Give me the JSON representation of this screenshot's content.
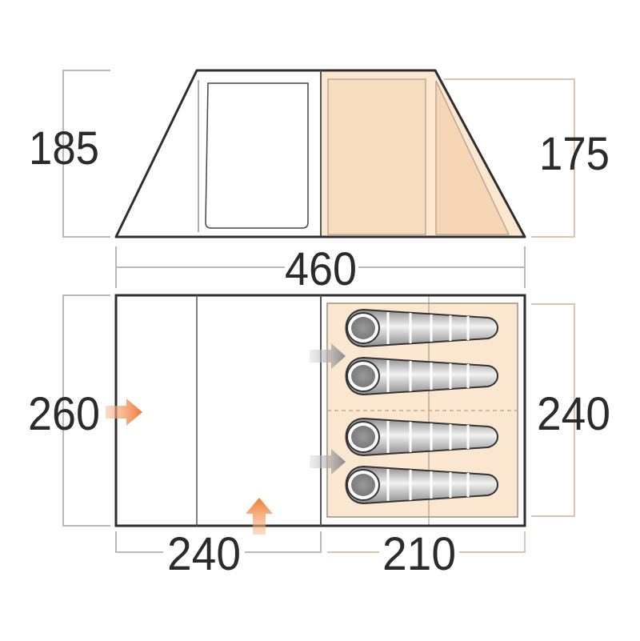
{
  "diagram": {
    "colors": {
      "outline": "#2e2e2e",
      "dim_line_grey": "#b9b9b9",
      "dim_line_tan": "#dcc3ad",
      "bedroom_fill": "#fbe6cf",
      "bedroom_border": "#9c8e80",
      "arrow_orange": "#f08a4b",
      "arrow_grey": "#909090",
      "bag_grey": "#a3a3a3",
      "bag_light": "#d4d4d4",
      "text": "#2b2b2b"
    },
    "side_view": {
      "height_left": "185",
      "height_right": "175"
    },
    "plan_view": {
      "total_length": "460",
      "width_left": "260",
      "width_right": "240",
      "living_length": "240",
      "bedroom_length": "210",
      "sleeping_bags": 4
    }
  }
}
